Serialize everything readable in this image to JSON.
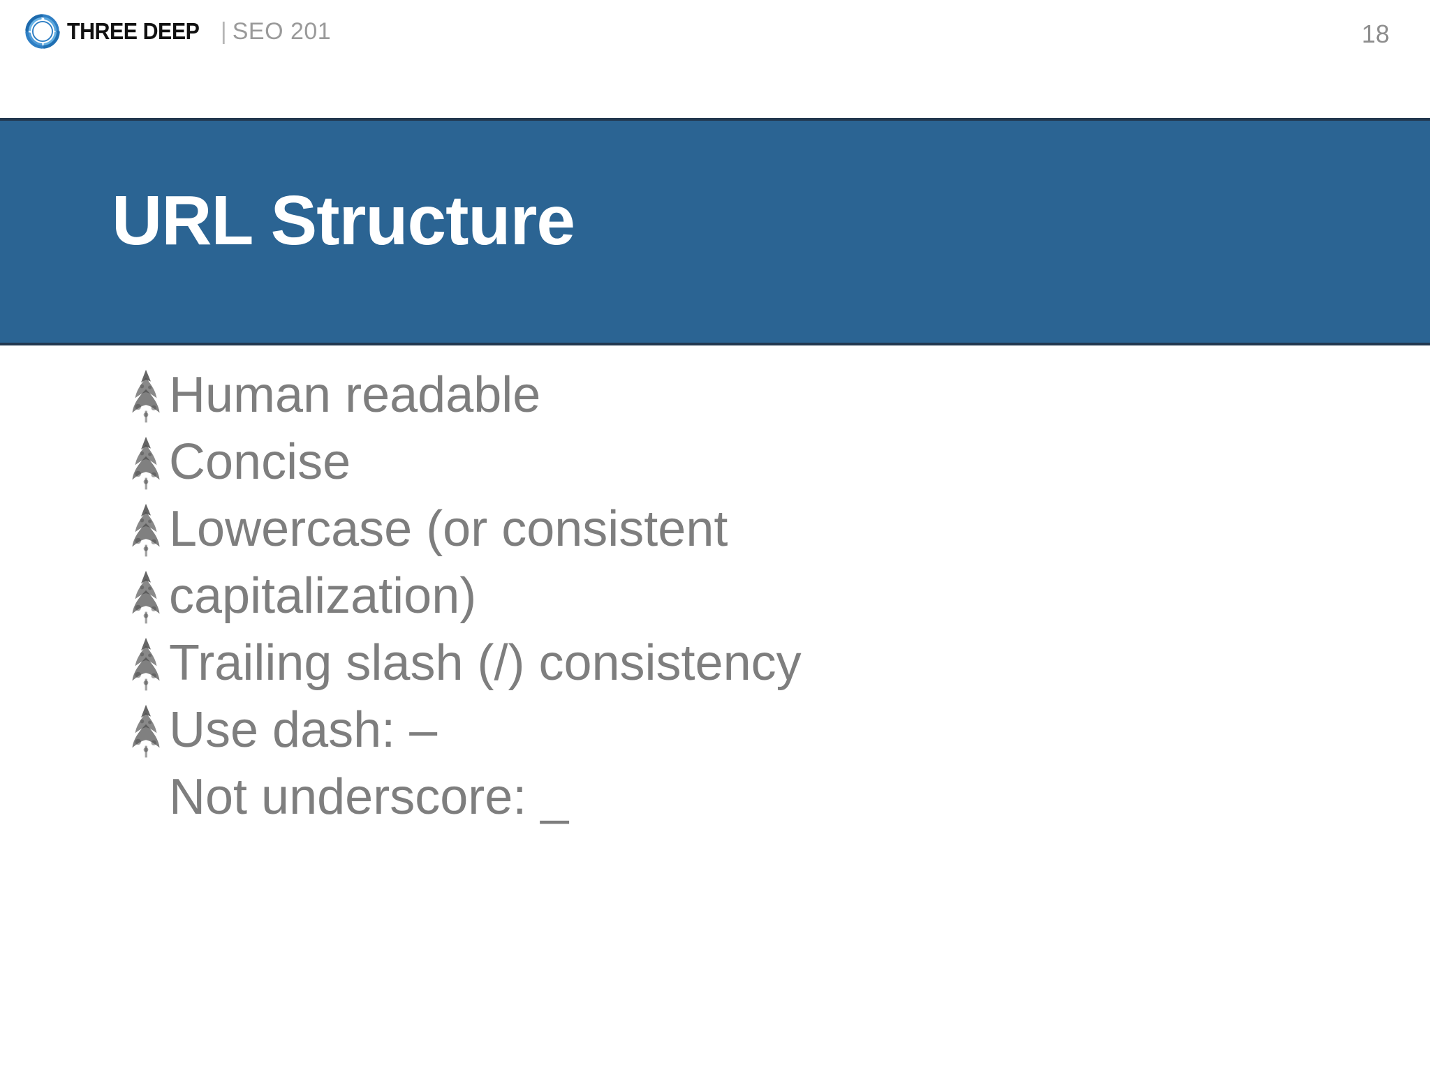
{
  "header": {
    "logo_icon": "three-deep-swirl-logo",
    "brand_name": "THREE DEEP",
    "divider": "|",
    "course_label": "SEO 201",
    "page_number": "18"
  },
  "title_band": {
    "title": "URL Structure",
    "background_color": "#2B6493",
    "text_color": "#FFFFFF"
  },
  "body": {
    "text_color": "#7E7E7E",
    "bullet_icon": "ornamental-leaf-bullet-icon",
    "items": [
      {
        "text": "Human readable",
        "has_bullet": true
      },
      {
        "text": "Concise",
        "has_bullet": true
      },
      {
        "text": "Lowercase (or consistent",
        "has_bullet": true
      },
      {
        "text": "capitalization)",
        "has_bullet": true
      },
      {
        "text": "Trailing slash (/) consistency",
        "has_bullet": true
      },
      {
        "text": "Use dash: –",
        "has_bullet": true
      },
      {
        "text": "Not underscore:  _",
        "has_bullet": false
      }
    ]
  }
}
